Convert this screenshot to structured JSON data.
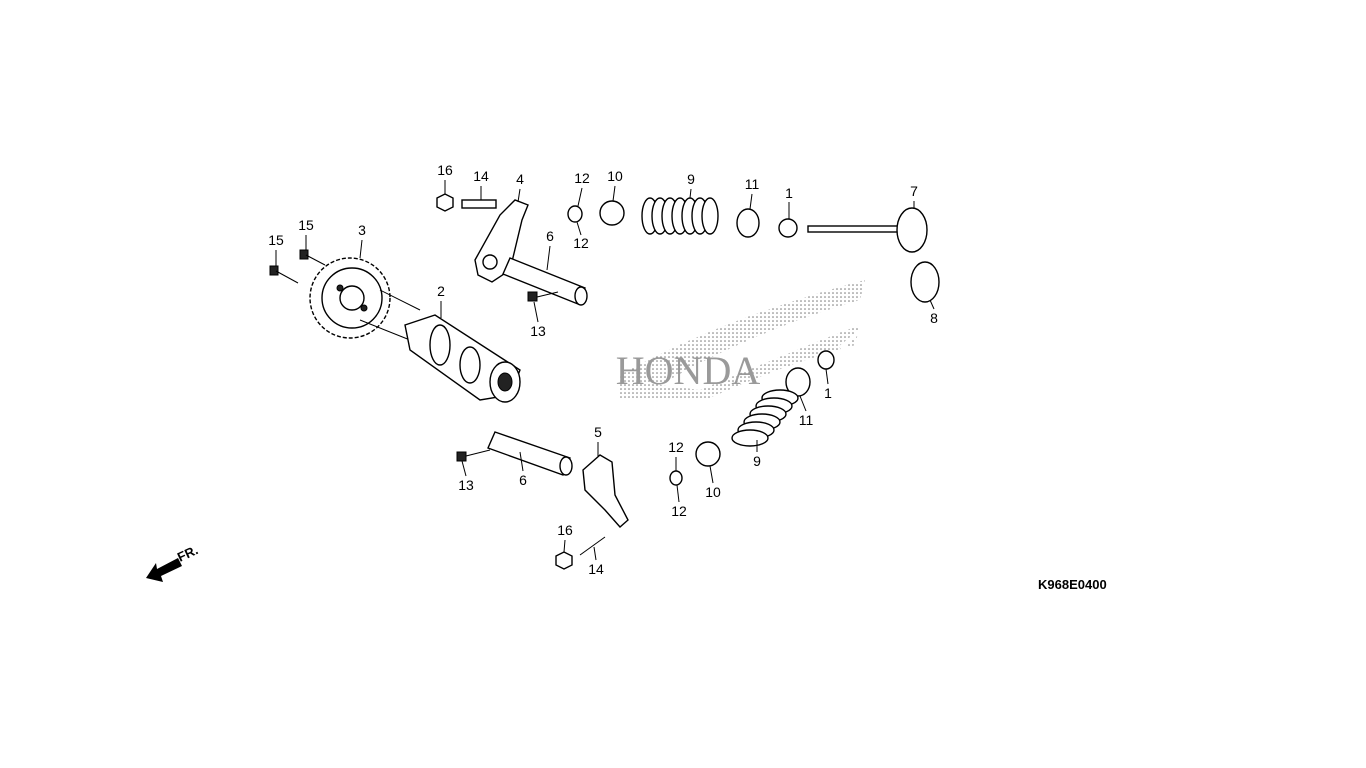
{
  "diagram": {
    "code": "K968E0400",
    "direction_label": "FR.",
    "watermark": "HONDA",
    "callouts": [
      "16",
      "14",
      "4",
      "12",
      "12",
      "10",
      "9",
      "11",
      "1",
      "7",
      "15",
      "15",
      "3",
      "2",
      "6",
      "13",
      "8",
      "1",
      "11",
      "9",
      "12",
      "10",
      "12",
      "5",
      "13",
      "6",
      "16",
      "14"
    ]
  }
}
